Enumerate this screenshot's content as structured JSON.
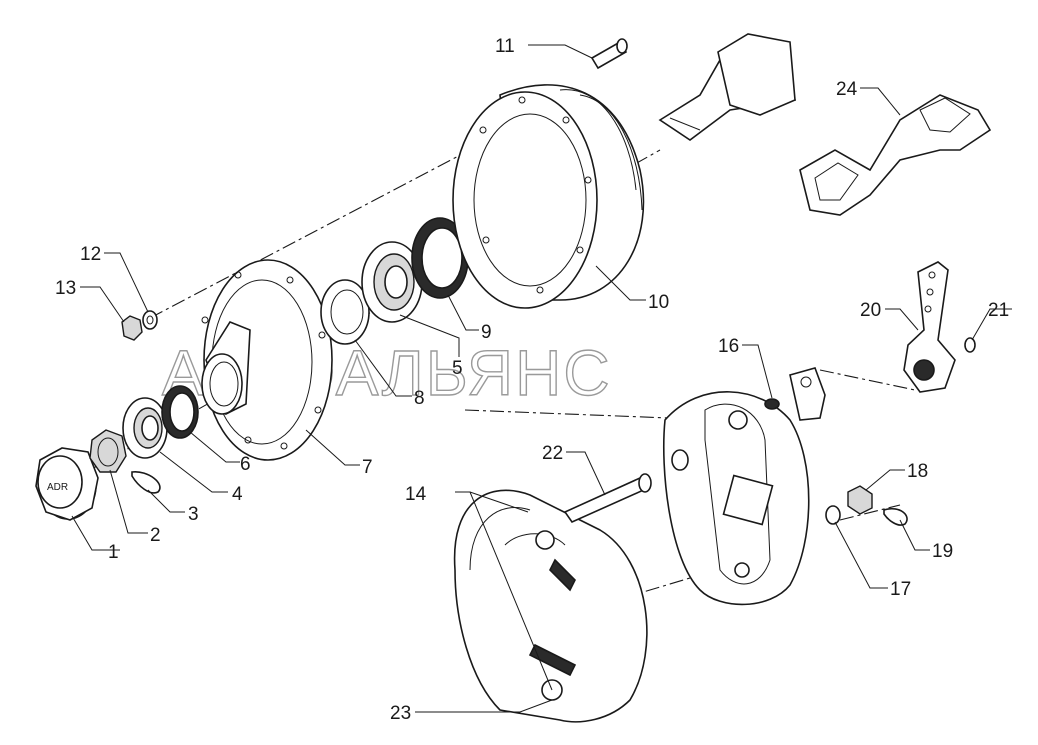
{
  "diagram": {
    "callouts": [
      "1",
      "2",
      "3",
      "4",
      "5",
      "6",
      "7",
      "8",
      "9",
      "10",
      "11",
      "12",
      "13",
      "14",
      "16",
      "17",
      "18",
      "19",
      "20",
      "21",
      "22",
      "23",
      "24"
    ],
    "watermark": "АВТОАЛЬЯНС",
    "cap_marking": "ADR"
  }
}
